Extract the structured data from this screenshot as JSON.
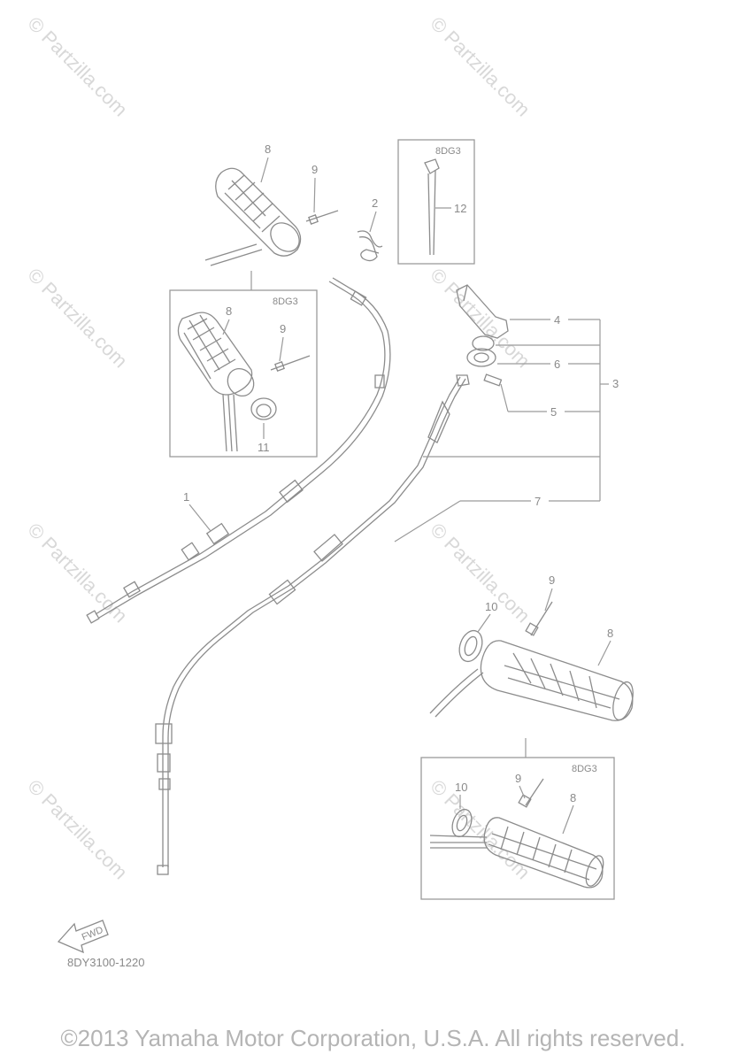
{
  "watermark": "© Partzilla.com",
  "diagram_code": "8DY3100-1220",
  "copyright": "©2013 Yamaha Motor Corporation, U.S.A. All rights reserved.",
  "fwd_label": "FWD",
  "variant_boxes": {
    "top_right": "8DG3",
    "middle_left": "8DG3",
    "bottom_right": "8DG3"
  },
  "callouts": {
    "c1": "1",
    "c2": "2",
    "c3": "3",
    "c4": "4",
    "c5": "5",
    "c6": "6",
    "c7": "7",
    "c8_top": "8",
    "c9_top": "9",
    "c8_box": "8",
    "c9_box": "9",
    "c11": "11",
    "c12": "12",
    "c10_mid": "10",
    "c9_mid": "9",
    "c8_mid": "8",
    "c10_box": "10",
    "c9_box2": "9",
    "c8_box2": "8"
  }
}
